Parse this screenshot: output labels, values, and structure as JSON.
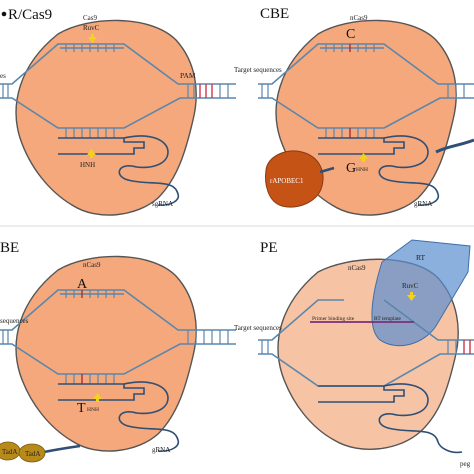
{
  "panels": {
    "cas9": {
      "title": "R/Cas9",
      "protein": "Cas9",
      "ruvc": "RuvC",
      "hnh": "HNH",
      "pam": "PAM",
      "grna": "sgRNA",
      "target": "es"
    },
    "cbe": {
      "title": "CBE",
      "protein": "nCas9",
      "target": "Target sequences",
      "base_top": "C",
      "base_bottom": "G",
      "hnh": "HNH",
      "deaminase": "rAPOBEC1",
      "grna": "gRNA"
    },
    "abe": {
      "title": "BE",
      "protein": "nCas9",
      "target": "sequences",
      "base_top": "A",
      "base_bottom": "T",
      "hnh": "HNH",
      "deaminase_1": "TadA",
      "deaminase_2": "TadA",
      "grna": "gRNA"
    },
    "pe": {
      "title": "PE",
      "protein": "nCas9",
      "rt": "RT",
      "ruvc": "RuvC",
      "target": "Target sequences",
      "pbs": "Primer binding site",
      "rt_template": "RT template",
      "grna": "peg"
    }
  },
  "colors": {
    "protein": "#f4a87b",
    "pe_protein": "#f6c4a4",
    "dna": "#5a86ad",
    "grna": "#2f4f76",
    "apobec": "#c65316",
    "tada": "#b88a1a",
    "rt": "#5b8fcf",
    "pam": "#d1344a",
    "arrow": "#f2d21a"
  }
}
